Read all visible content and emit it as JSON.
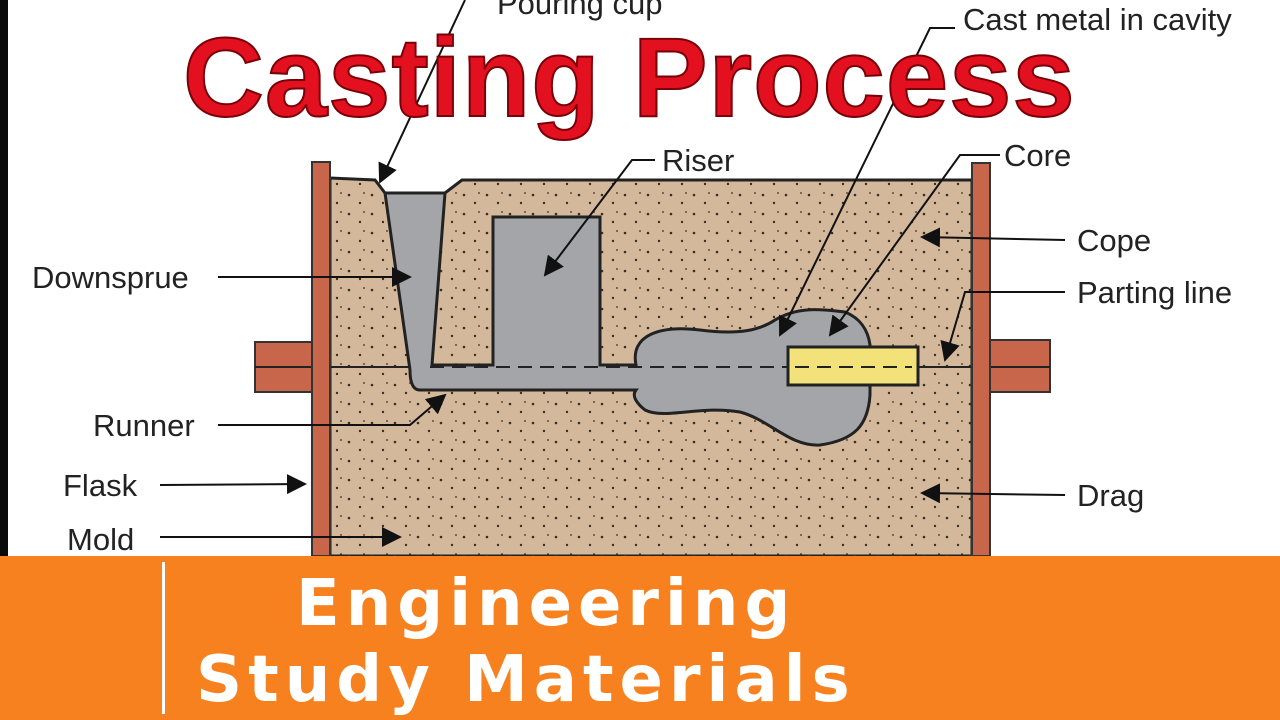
{
  "title": "Casting Process",
  "labels": {
    "pouring_cup": "Pouring cup",
    "riser": "Riser",
    "cast_metal": "Cast metal in cavity",
    "core": "Core",
    "downsprue": "Downsprue",
    "cope": "Cope",
    "parting_line": "Parting line",
    "runner": "Runner",
    "flask": "Flask",
    "drag": "Drag",
    "mold": "Mold"
  },
  "banner": {
    "line1": "Engineering",
    "line2": "Study Materials"
  },
  "colors": {
    "title": "#e3101f",
    "banner": "#f7801f",
    "sand": "#d4b89b",
    "metal": "#a3a5a8",
    "flask": "#c8664c",
    "core": "#f3e27a"
  }
}
